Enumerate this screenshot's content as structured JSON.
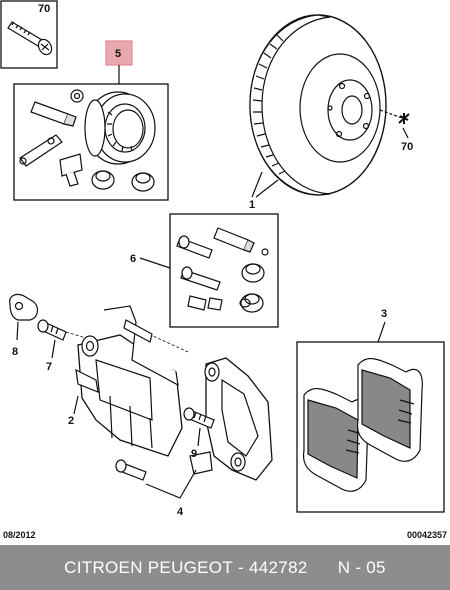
{
  "labels": {
    "bolt_top": "70",
    "kit_5": "5",
    "clip_70": "70",
    "disc": "1",
    "kit_6": "6",
    "pads": "3",
    "bracket_8": "8",
    "bolt_7": "7",
    "caliper": "2",
    "bolt_9": "9",
    "carrier": "4"
  },
  "footer": {
    "date": "08/2012",
    "ref": "00042357"
  },
  "bar": {
    "brand": "CITROEN PEUGEOT",
    "sep": " - ",
    "part": "442782",
    "page": "N - 05"
  },
  "colors": {
    "highlight": "#e8a8ae",
    "bar_bg": "#8d8d8d",
    "line": "#111111"
  }
}
